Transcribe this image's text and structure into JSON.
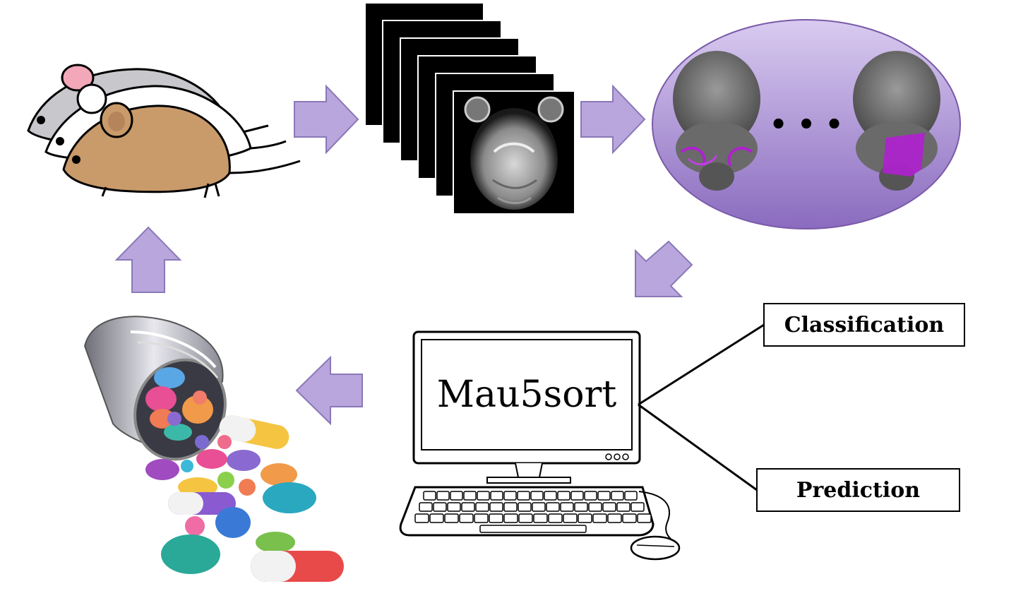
{
  "outputs": {
    "classification": "Classification",
    "prediction": "Prediction"
  },
  "software": {
    "name": "Mau5sort"
  },
  "atlas": {
    "ellipsis": "• • •"
  },
  "colors": {
    "arrow_fill": "#b8a6dc",
    "arrow_stroke": "#8a78b8",
    "ellipse_top": "#cdbcea",
    "ellipse_bottom": "#8f6fc0",
    "highlight": "#b020d0"
  },
  "icons": [
    "mouse-icon",
    "mri-slice-icon",
    "brain-atlas-icon",
    "computer-icon",
    "pill-bottle-icon"
  ]
}
